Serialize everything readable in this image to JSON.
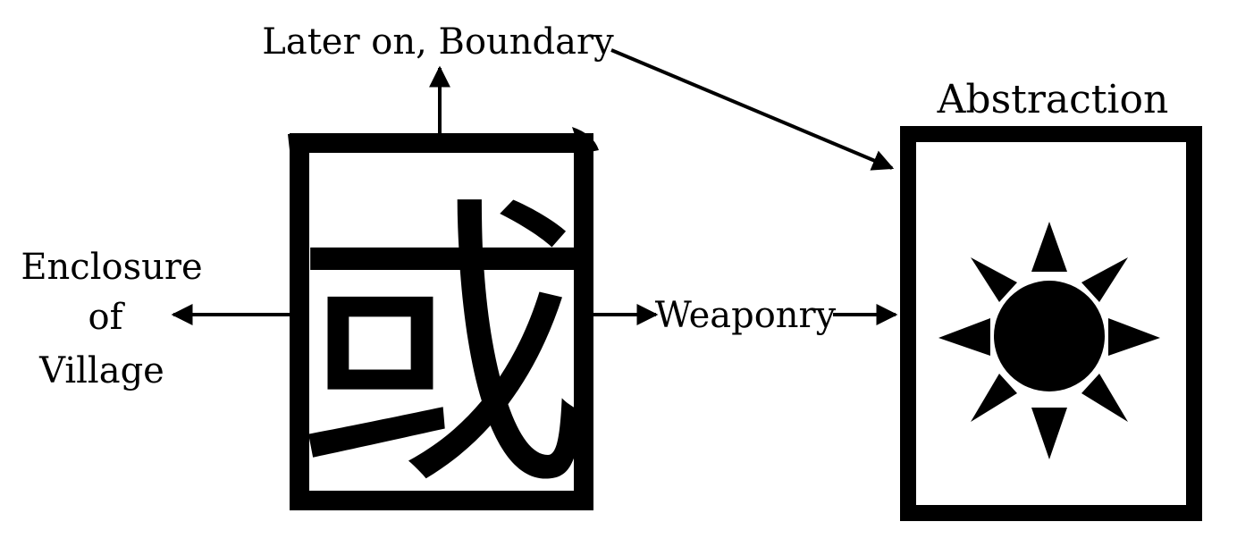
{
  "diagram": {
    "character": "或",
    "labels": {
      "boundary": "Later on, Boundary",
      "abstraction": "Abstraction",
      "enclosure_line1": "Enclosure",
      "enclosure_line2": "of",
      "enclosure_line3": "Village",
      "weaponry": "Weaponry"
    },
    "abstraction_icon": "sun-icon",
    "colors": {
      "ink": "#000000",
      "background": "#ffffff"
    }
  }
}
